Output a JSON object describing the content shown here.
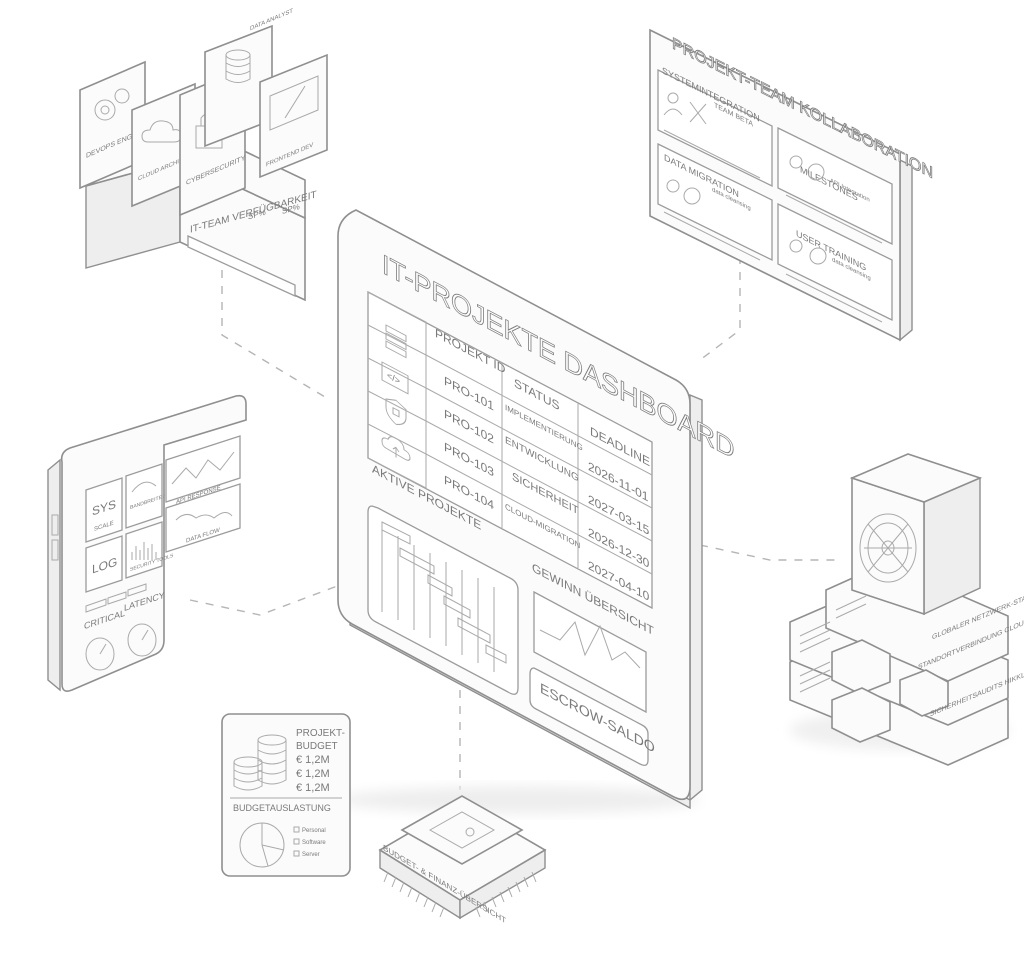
{
  "main_dashboard": {
    "title": "IT-PROJEKTE DASHBOARD",
    "table": {
      "headers": [
        "PROJEKT ID",
        "STATUS",
        "DEADLINE"
      ],
      "rows": [
        {
          "id": "PRO-101",
          "status": "IMPLEMENTIERUNG",
          "deadline": "2026-11-01"
        },
        {
          "id": "PRO-102",
          "status": "ENTWICKLUNG",
          "deadline": "2027-03-15"
        },
        {
          "id": "PRO-103",
          "status": "SICHERHEIT",
          "deadline": "2026-12-30"
        },
        {
          "id": "PRO-104",
          "status": "CLOUD-MIGRATION",
          "deadline": "2027-04-10"
        }
      ]
    },
    "active_projects_label": "AKTIVE PROJEKTE",
    "profit_label": "GEWINN ÜBERSICHT",
    "escrow_label": "ESCROW-SALDO"
  },
  "team_panel": {
    "title": "IT-TEAM VERFÜGBARKEIT",
    "percent_left": "SP%",
    "percent_right": "SP%",
    "cards": [
      "DEVOPS ENGINEER",
      "CLOUD ARCHITECT",
      "CYBERSECURITY",
      "FRONTEND DEV",
      "DATA ANALYST"
    ]
  },
  "collab_panel": {
    "title": "PROJEKT-TEAM KOLLABORATION",
    "sections": [
      {
        "title": "SYSTEMINTEGRATION",
        "sub": "TEAM BETA"
      },
      {
        "title": "MILESTONES",
        "sub": "API Integration"
      },
      {
        "title": "DATA MIGRATION",
        "sub": "data cleansing"
      },
      {
        "title": "USER TRAINING",
        "sub": "data cleansing"
      }
    ]
  },
  "monitor_panel": {
    "tiles": [
      "SYS",
      "SCALE",
      "BANDBREITE / UP TIME",
      "API RESPONSE",
      "LOG",
      "SECURITY TOOLS",
      "DATA FLOW"
    ],
    "gauges": [
      "CRITICAL",
      "LATENCY"
    ]
  },
  "server_stack": {
    "labels": [
      "GLOBALER NETZWERK-STATUS",
      "STANDORTVERBINDUNG CLOUD SERVICES",
      "SICHERHEITSAUDITS HIKKLUNG"
    ]
  },
  "budget_card": {
    "title_line1": "PROJEKT-",
    "title_line2": "BUDGET",
    "amounts": [
      "€ 1,2M",
      "€ 1,2M",
      "€ 1,2M"
    ],
    "section_title": "BUDGETAUSLASTUNG",
    "legend": [
      "Personal",
      "Software",
      "Server"
    ]
  },
  "chip": {
    "label": "BUDGET- & FINANZ-ÜBERSICHT"
  },
  "icons": [
    "server-icon",
    "code-icon",
    "shield-icon",
    "cloud-icon",
    "gear-icon",
    "lock-icon",
    "database-icon",
    "coin-stack-icon",
    "pie-chart-icon",
    "wallet-icon",
    "fan-icon",
    "user-icon",
    "tools-icon"
  ]
}
